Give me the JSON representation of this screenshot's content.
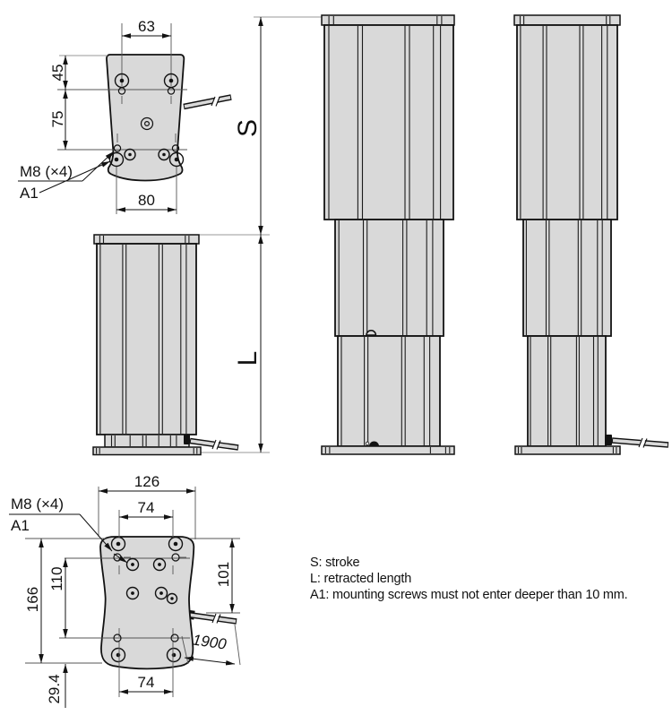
{
  "colors": {
    "background": "#ffffff",
    "part_fill": "#d9d9d9",
    "outline": "#121212",
    "extension_line": "#999999"
  },
  "top_view": {
    "dims": {
      "hole_span_top": "63",
      "top_edge_to_holes": "45",
      "hole_rows": "75",
      "hole_span_bottom": "80"
    },
    "labels": {
      "m8": "M8 (×4)",
      "a1": "A1"
    }
  },
  "side_views": {
    "stroke_label": "S",
    "retracted_label": "L"
  },
  "bottom_view": {
    "dims": {
      "overall_width": "126",
      "top_hole_span": "74",
      "overall_length": "166",
      "hole_rows": "110",
      "cable_offset": "101",
      "bottom_margin": "29.4",
      "bottom_hole_span": "74",
      "cable_length": "1900"
    },
    "labels": {
      "m8": "M8 (×4)",
      "a1": "A1"
    }
  },
  "legend": {
    "lines": [
      "S: stroke",
      "L: retracted length",
      "A1: mounting screws must not enter deeper than 10 mm."
    ]
  }
}
